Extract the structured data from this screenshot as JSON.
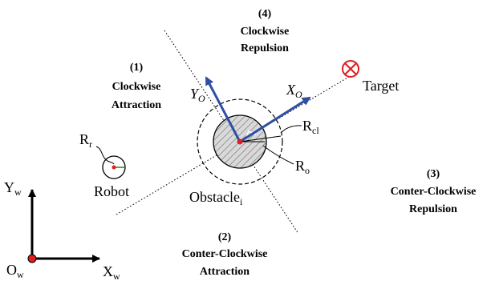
{
  "colors": {
    "arrow_blue": "#2e4fa3",
    "marker_red": "#e11d1d",
    "target_red": "#e11d1d",
    "obstacle_fill": "#d9d9d9",
    "robot_line": "#1a8a1a"
  },
  "icons": {
    "target": "circled-x-icon",
    "origin": "red-dot-icon",
    "obstacle_center": "red-dot-icon",
    "robot_center": "red-dot-icon"
  },
  "regions": {
    "r1": {
      "number": "(1)",
      "line1": "Clockwise",
      "line2": "Attraction"
    },
    "r2": {
      "number": "(2)",
      "line1": "Conter-Clockwise",
      "line2": "Attraction"
    },
    "r3": {
      "number": "(3)",
      "line1": "Conter-Clockwise",
      "line2": "Repulsion"
    },
    "r4": {
      "number": "(4)",
      "line1": "Clockwise",
      "line2": "Repulsion"
    }
  },
  "labels": {
    "target": "Target",
    "robot": "Robot",
    "obstacle_base": "Obstacle",
    "obstacle_sub": "i",
    "Rr_base": "R",
    "Rr_sub": "r",
    "Rcl_base": "R",
    "Rcl_sub": "cl",
    "Ro_base": "R",
    "Ro_sub": "o",
    "Xo_base": "X",
    "Xo_sub": "O",
    "Yo_base": "Y",
    "Yo_sub": "O",
    "Xw_base": "X",
    "Xw_sub": "w",
    "Yw_base": "Y",
    "Yw_sub": "w",
    "Ow_base": "O",
    "Ow_sub": "w"
  }
}
